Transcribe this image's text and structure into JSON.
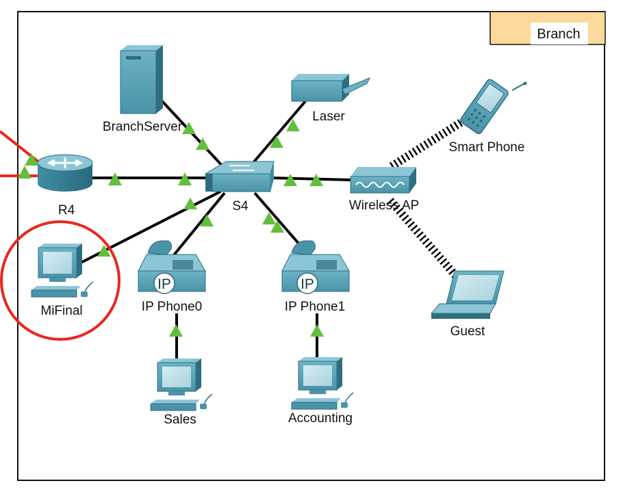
{
  "area": {
    "tab_label": "Branch"
  },
  "devices": {
    "router": {
      "label": "R4"
    },
    "switch": {
      "label": "S4"
    },
    "server": {
      "label": "BranchServer"
    },
    "printer": {
      "label": "Laser"
    },
    "access_point": {
      "label": "Wireless AP"
    },
    "smartphone": {
      "label": "Smart Phone"
    },
    "laptop": {
      "label": "Guest"
    },
    "pc_selected": {
      "label": "MiFinal"
    },
    "ip_phone0": {
      "label": "IP Phone0",
      "badge": "IP"
    },
    "ip_phone1": {
      "label": "IP Phone1",
      "badge": "IP"
    },
    "pc_sales": {
      "label": "Sales"
    },
    "pc_accounting": {
      "label": "Accounting"
    }
  },
  "colors": {
    "device_teal": "#4f9bb0",
    "device_light": "#8cc6d6",
    "device_dark": "#2d6e80",
    "link_up_triangle": "#62bf3d",
    "external_link": "#e8281e",
    "selection_circle": "#e8281e",
    "tab_fill": "#fdd99b"
  }
}
